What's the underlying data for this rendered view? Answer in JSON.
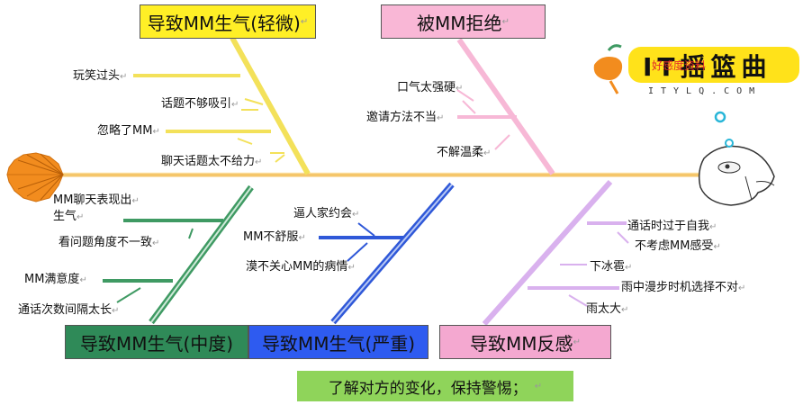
{
  "categories": {
    "top_left": {
      "title": "导致MM生气(轻微)",
      "causes": [
        "玩笑过头",
        "话题不够吸引",
        "忽略了MM",
        "聊天话题太不给力"
      ]
    },
    "top_right": {
      "title": "被MM拒绝",
      "causes": [
        "口气太强硬",
        "邀请方法不当",
        "不解温柔"
      ]
    },
    "bottom_left": {
      "title": "导致MM生气(中度)",
      "causes": [
        "MM聊天表现出",
        "生气",
        "看问题角度不一致",
        "MM满意度",
        "通话次数间隔太长"
      ]
    },
    "bottom_middle": {
      "title": "导致MM生气(严重)",
      "causes": [
        "逼人家约会",
        "MM不舒服",
        "漠不关心MM的病情"
      ]
    },
    "bottom_right": {
      "title": "导致MM反感",
      "causes": [
        "通话时过于自我",
        "不考虑MM感受",
        "下冰雹",
        "雨中漫步时机选择不对",
        "雨太大"
      ]
    }
  },
  "conclusion": "了解对方的变化，保持警惕；",
  "paragraph_mark": "↵",
  "logo": {
    "main": "IT摇篮曲",
    "sub": "ITYLQ.COM",
    "tagline": "好感度资料"
  },
  "colors": {
    "spine": "#f5c66a",
    "top_left": "#f3e15a",
    "top_right": "#f7b8d6",
    "bottom_left": "#3f9a63",
    "bottom_middle": "#2f58d8",
    "bottom_right": "#d9b1ee",
    "tail": "#f28c1e",
    "conclusion_bg": "#8fd45a"
  }
}
